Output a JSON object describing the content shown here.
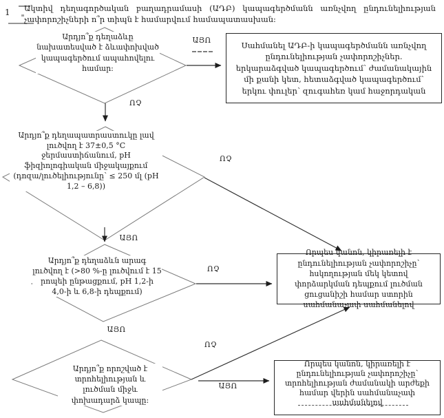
{
  "document": {
    "list_number": "1",
    "title": "Ակտիվ դեղագործական բաղադրամասի (ԱԴԲ) կապագերծմանն առնչվող ընդունելիության չափորոշիչների ո՞ր տիպն է համարվում համապատասխան:"
  },
  "flowchart": {
    "decisions": [
      {
        "id": "modified-release",
        "text": "Արդյո՞ք դեղաձևը նախատեսված է ձևափոխված կապագերծում ապահովելու համար:"
      },
      {
        "id": "highly-soluble",
        "text": "Արդյո՞ք դեղապատրաստուկը լավ լուծվող է 37±0,5 °C ջերմաստիճանում, pH ֆիզիոլոգիական միջակայքում (դոզա/լուծելիությունը՝ ≤ 250 մլ (pH 1,2 – 6,8))"
      },
      {
        "id": "rapidly-dissolving",
        "text": "Արդյո՞ք դեղաձևն արագ լուծվող է (>80 %-ը լուծվում է 15 րոպեի ընթացքում, pH 1,2-ի 4,0-ի և 6,8-ի դեպքում)"
      },
      {
        "id": "relationship-established",
        "text": "Արդյո՞ք որոշված է տրոհելիության և լուծման միջև փոխադարձ կապը:"
      }
    ],
    "outcomes": [
      {
        "id": "modified-release-criteria",
        "text": "Սահմանել ԱԴԲ-ի կապագերծմանն առնչվող ընդունելիության չափորոշիչներ. երկարաձգված կապագերծում՝ ժամանակային մի քանի կետ, հետաձգված կապագերծում՝ երկու փուլեր՝ զուգահեռ կամ հաջորդական"
      },
      {
        "id": "dissolution-lower-limit",
        "text": "Որպես կանոն, կիրառելի է ընդունելիության չափորոշիչը՝ հսկողության մեկ կետով փորձարկման դեպքում լուծման ցուցանիշի համար ստորին սահմանաչափ սահմանելով"
      },
      {
        "id": "disintegration-upper-limit",
        "text": "Որպես կանոն, կիրառելի է ընդունելիության չափորոշիչը՝ տրոհելիության ժամանակի արժեքի համար վերին սահմանաչափ սահմանելով"
      }
    ],
    "edges": [
      {
        "from": "modified-release",
        "to": "modified-release-criteria",
        "label": "ԱՅՈ"
      },
      {
        "from": "modified-release",
        "to": "highly-soluble",
        "label": "ՈՉ"
      },
      {
        "from": "highly-soluble",
        "to": "dissolution-lower-limit",
        "label": "ՈՉ"
      },
      {
        "from": "highly-soluble",
        "to": "rapidly-dissolving",
        "label": "ԱՅՈ"
      },
      {
        "from": "rapidly-dissolving",
        "to": "dissolution-lower-limit",
        "label": "ՈՉ"
      },
      {
        "from": "rapidly-dissolving",
        "to": "relationship-established",
        "label": "ԱՅՈ"
      },
      {
        "from": "relationship-established",
        "to": "dissolution-lower-limit",
        "label": "ՈՉ"
      },
      {
        "from": "relationship-established",
        "to": "disintegration-upper-limit",
        "label": "ԱՅՈ"
      }
    ]
  }
}
